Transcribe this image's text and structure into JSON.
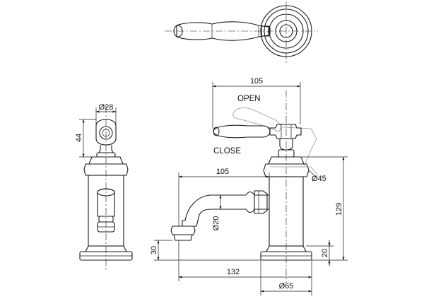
{
  "labels": {
    "open": "OPEN",
    "close": "CLOSE"
  },
  "dimensions": {
    "handle_span": "105",
    "top_diameter": "Ø28",
    "side_height": "44",
    "spout_length": "105",
    "base_collar_diameter": "Ø45",
    "spout_diameter": "Ø20",
    "total_height": "129",
    "spout_outlet_height": "30",
    "base_height": "20",
    "overall_depth": "132",
    "base_diameter": "Ø65"
  }
}
